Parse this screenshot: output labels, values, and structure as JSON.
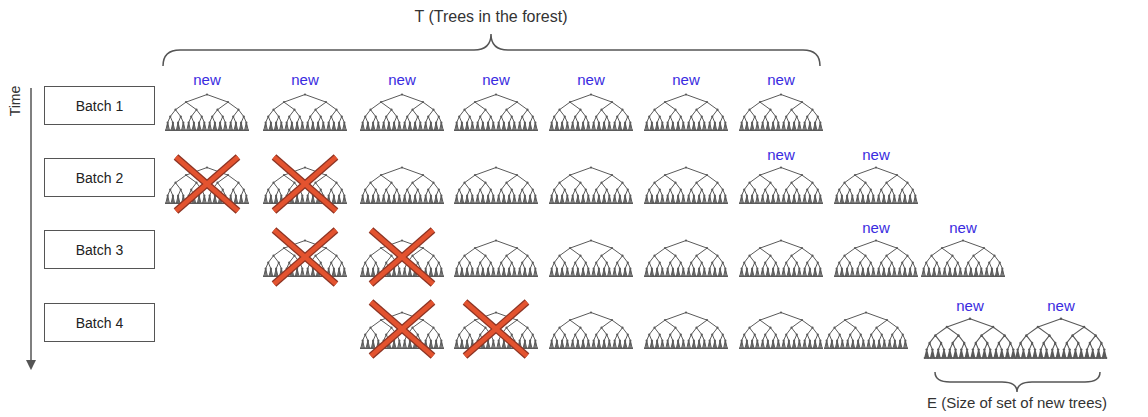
{
  "diagram": {
    "nodes": [
      {
        "text": [
          "Batch 1"
        ]
      },
      {
        "text": [
          "Batch 2"
        ]
      },
      {
        "text": [
          "Batch 3"
        ]
      },
      {
        "text": [
          "Batch 4"
        ]
      }
    ],
    "labels": [
      "T (Trees in the forest)",
      "Time",
      "new",
      "new",
      "new",
      "new",
      "new",
      "new",
      "new",
      "new",
      "new",
      "new",
      "new",
      "new",
      "new",
      "E (Size of set of new trees)"
    ]
  }
}
